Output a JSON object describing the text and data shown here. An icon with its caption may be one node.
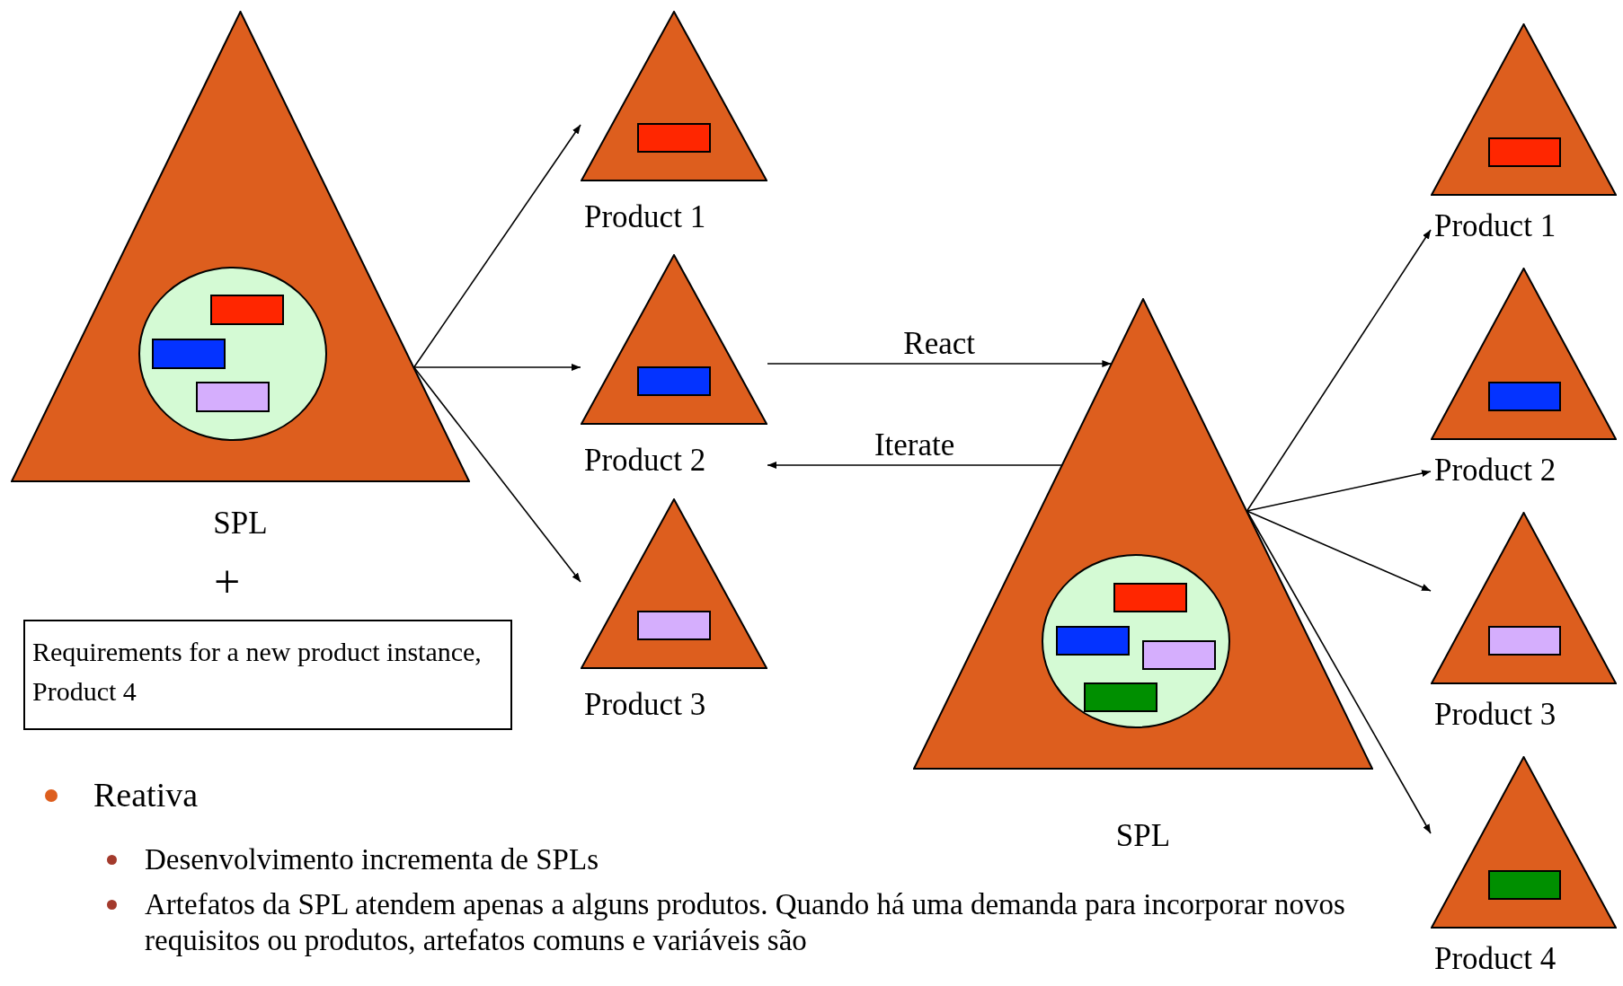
{
  "diagram": {
    "nodes": [
      {
        "text": [
          "SPL"
        ]
      },
      {
        "text": [
          "Product 1"
        ]
      },
      {
        "text": [
          "Product 2"
        ]
      },
      {
        "text": [
          "Product 3"
        ]
      },
      {
        "text": [
          "Requirements for a new product instance, Product 4"
        ]
      },
      {
        "text": [
          "SPL"
        ]
      },
      {
        "text": [
          "Product 1"
        ]
      },
      {
        "text": [
          "Product 2"
        ]
      },
      {
        "text": [
          "Product 3"
        ]
      },
      {
        "text": [
          "Product 4"
        ]
      }
    ],
    "edges": [
      {
        "from": 0,
        "to": 1,
        "arrow": "to"
      },
      {
        "from": 0,
        "to": 2,
        "arrow": "to"
      },
      {
        "from": 0,
        "to": 3,
        "arrow": "to"
      },
      {
        "from": 2,
        "to": 5,
        "arrow": "to",
        "label": "React"
      },
      {
        "from": 5,
        "to": 2,
        "arrow": "to",
        "label": "Iterate"
      },
      {
        "from": 5,
        "to": 6,
        "arrow": "to"
      },
      {
        "from": 5,
        "to": 7,
        "arrow": "to"
      },
      {
        "from": 5,
        "to": 8,
        "arrow": "to"
      },
      {
        "from": 5,
        "to": 9,
        "arrow": "to"
      }
    ],
    "labels": [
      "+",
      "Reativa",
      "Desenvolvimento incrementa de SPLs",
      "Artefatos da SPL atendem apenas a alguns produtos. Quando há uma demanda para incorporar novos requisitos ou produtos, artefatos comuns e variáveis são"
    ]
  }
}
